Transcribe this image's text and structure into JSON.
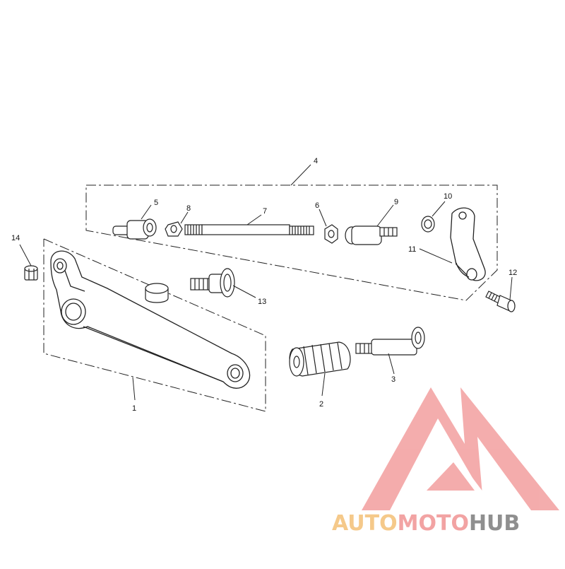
{
  "callouts": {
    "c1": "1",
    "c2": "2",
    "c3": "3",
    "c4": "4",
    "c5": "5",
    "c6": "6",
    "c7": "7",
    "c8": "8",
    "c9": "9",
    "c10": "10",
    "c11": "11",
    "c12": "12",
    "c13": "13",
    "c14": "14"
  },
  "watermark": {
    "part_a": "AUTO",
    "part_b": "MOTO",
    "part_c": "HUB",
    "color_a": "#f5c98a",
    "color_b": "#f2a3a3",
    "color_c": "#8f8f8f",
    "logo_color": "#f3a4a4"
  }
}
